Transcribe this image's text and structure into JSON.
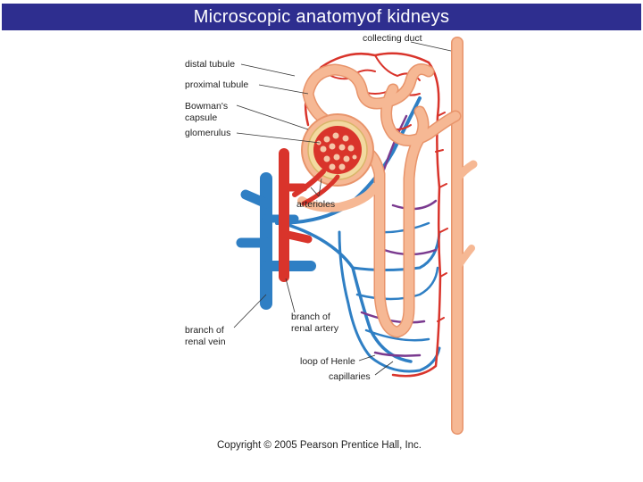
{
  "title": "Microscopic anatomyof kidneys",
  "labels": {
    "collecting_duct": "collecting duct",
    "distal_tubule": "distal tubule",
    "proximal_tubule": "proximal tubule",
    "bowmans_capsule_line1": "Bowman's",
    "bowmans_capsule_line2": "capsule",
    "glomerulus": "glomerulus",
    "arterioles": "arterioles",
    "branch_renal_vein_line1": "branch of",
    "branch_renal_vein_line2": "renal vein",
    "branch_renal_artery_line1": "branch of",
    "branch_renal_artery_line2": "renal artery",
    "loop_of_henle": "loop of Henle",
    "capillaries": "capillaries"
  },
  "copyright": "Copyright © 2005 Pearson Prentice Hall, Inc.",
  "colors": {
    "title_bar": "#2e2e8f",
    "tubule": "#f6b894",
    "tubule_edge": "#e8946b",
    "artery": "#d9342b",
    "vein": "#2f7fc4",
    "capillary_purple": "#7a3a8f",
    "capsule": "#f3d9a0"
  }
}
